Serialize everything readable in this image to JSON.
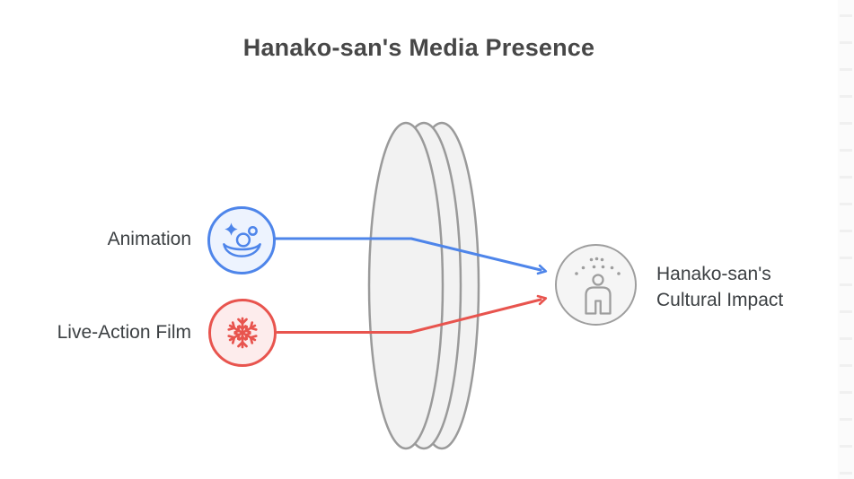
{
  "diagram": {
    "title": "Hanako-san's Media Presence",
    "sources": [
      {
        "label": "Animation",
        "icon": "clown-face-icon"
      },
      {
        "label": "Live-Action Film",
        "icon": "snowflake-icon"
      }
    ],
    "target": {
      "label": "Hanako-san's\nCultural Impact",
      "icon": "person-sparkle-icon"
    },
    "edges": [
      {
        "from": "Animation",
        "to": "Hanako-san's Cultural Impact"
      },
      {
        "from": "Live-Action Film",
        "to": "Hanako-san's Cultural Impact"
      }
    ],
    "colors": {
      "animation_accent": "#4e85ea",
      "animation_fill": "#edf3fe",
      "live_action_accent": "#e8544e",
      "live_action_fill": "#fdecec",
      "target_stroke": "#9e9e9e",
      "target_fill": "#f5f5f5",
      "lens_stroke": "#9a9a9a",
      "lens_fill": "#f2f2f2",
      "title_color": "#474747",
      "label_color": "#3c4043"
    }
  }
}
